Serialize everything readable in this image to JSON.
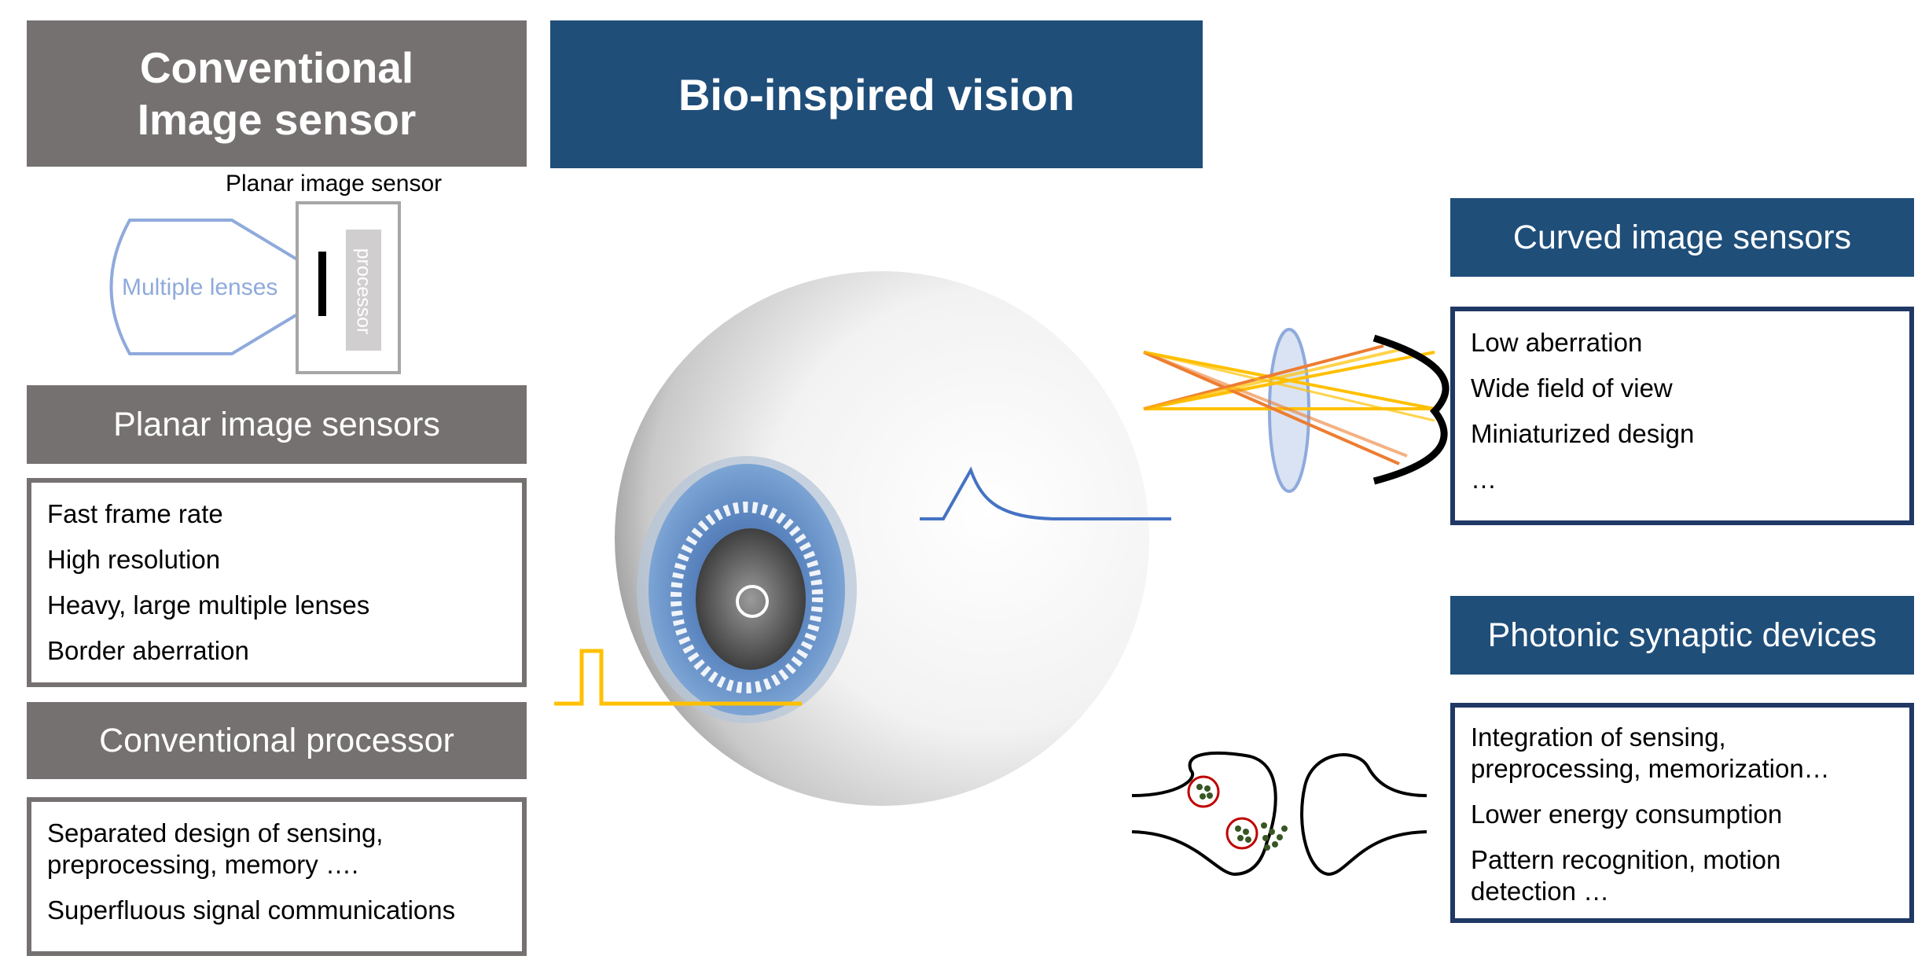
{
  "left": {
    "header": "Conventional Image sensor",
    "header_line1": "Conventional",
    "header_line2": "Image sensor",
    "diagram": {
      "caption": "Planar image sensor",
      "lens_label": "Multiple lenses",
      "processor_label": "processor"
    },
    "planar": {
      "title": "Planar image sensors",
      "items": [
        "Fast frame rate",
        "High resolution",
        "Heavy, large multiple lenses",
        "Border aberration"
      ]
    },
    "processor": {
      "title": "Conventional processor",
      "items": [
        "Separated design of sensing, preprocessing, memory ….",
        "Superfluous signal communications"
      ]
    }
  },
  "center": {
    "header": "Bio-inspired vision"
  },
  "right": {
    "curved": {
      "title": "Curved image sensors",
      "items": [
        "Low aberration",
        "Wide field of view",
        "Miniaturized design",
        "…"
      ]
    },
    "photonic": {
      "title": "Photonic synaptic devices",
      "items": [
        "Integration of sensing, preprocessing, memorization…",
        "Lower energy consumption",
        "Pattern recognition, motion detection …"
      ]
    }
  },
  "colors": {
    "gray": "#767171",
    "navy": "#1f4e79",
    "lens_blue": "#8faadc",
    "signal_yellow": "#ffc000",
    "signal_blue": "#4472c4",
    "ray_orange": "#ed7d31"
  }
}
